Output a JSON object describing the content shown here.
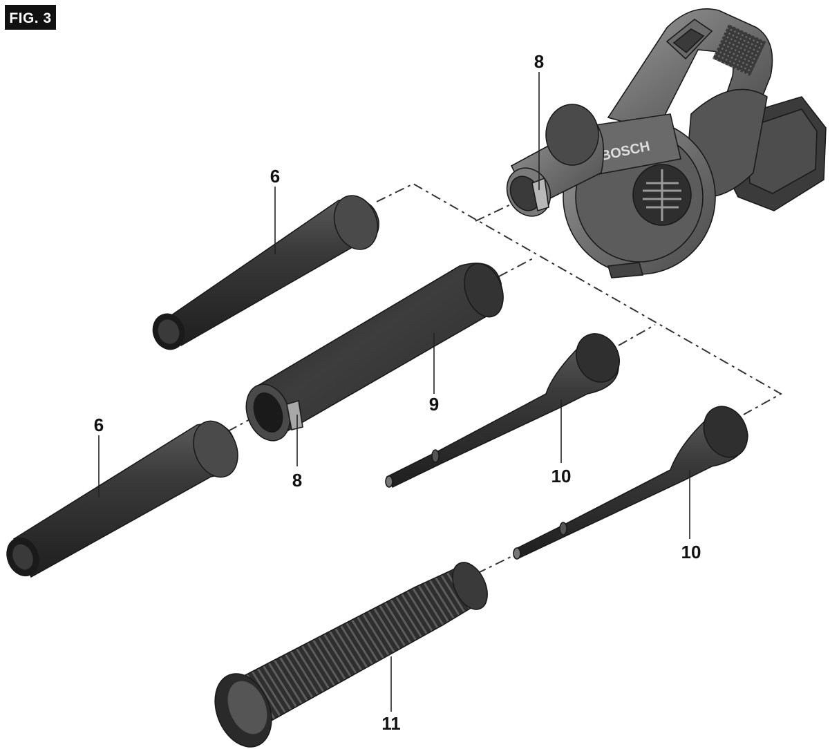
{
  "figure": {
    "badge": "FIG. 3",
    "callouts": {
      "blower_lock": "8",
      "nozzle_upper": "6",
      "nozzle_lower": "6",
      "extension_tube": "9",
      "extension_lock": "8",
      "needle_upper": "10",
      "needle_lower": "10",
      "flex_hose": "11"
    },
    "blower_brand_text": "BOSCH"
  },
  "colors": {
    "part_dark": "#2b2b2b",
    "part_mid": "#4a4a4a",
    "part_light": "#8a8a8a",
    "badge_bg": "#111111"
  }
}
